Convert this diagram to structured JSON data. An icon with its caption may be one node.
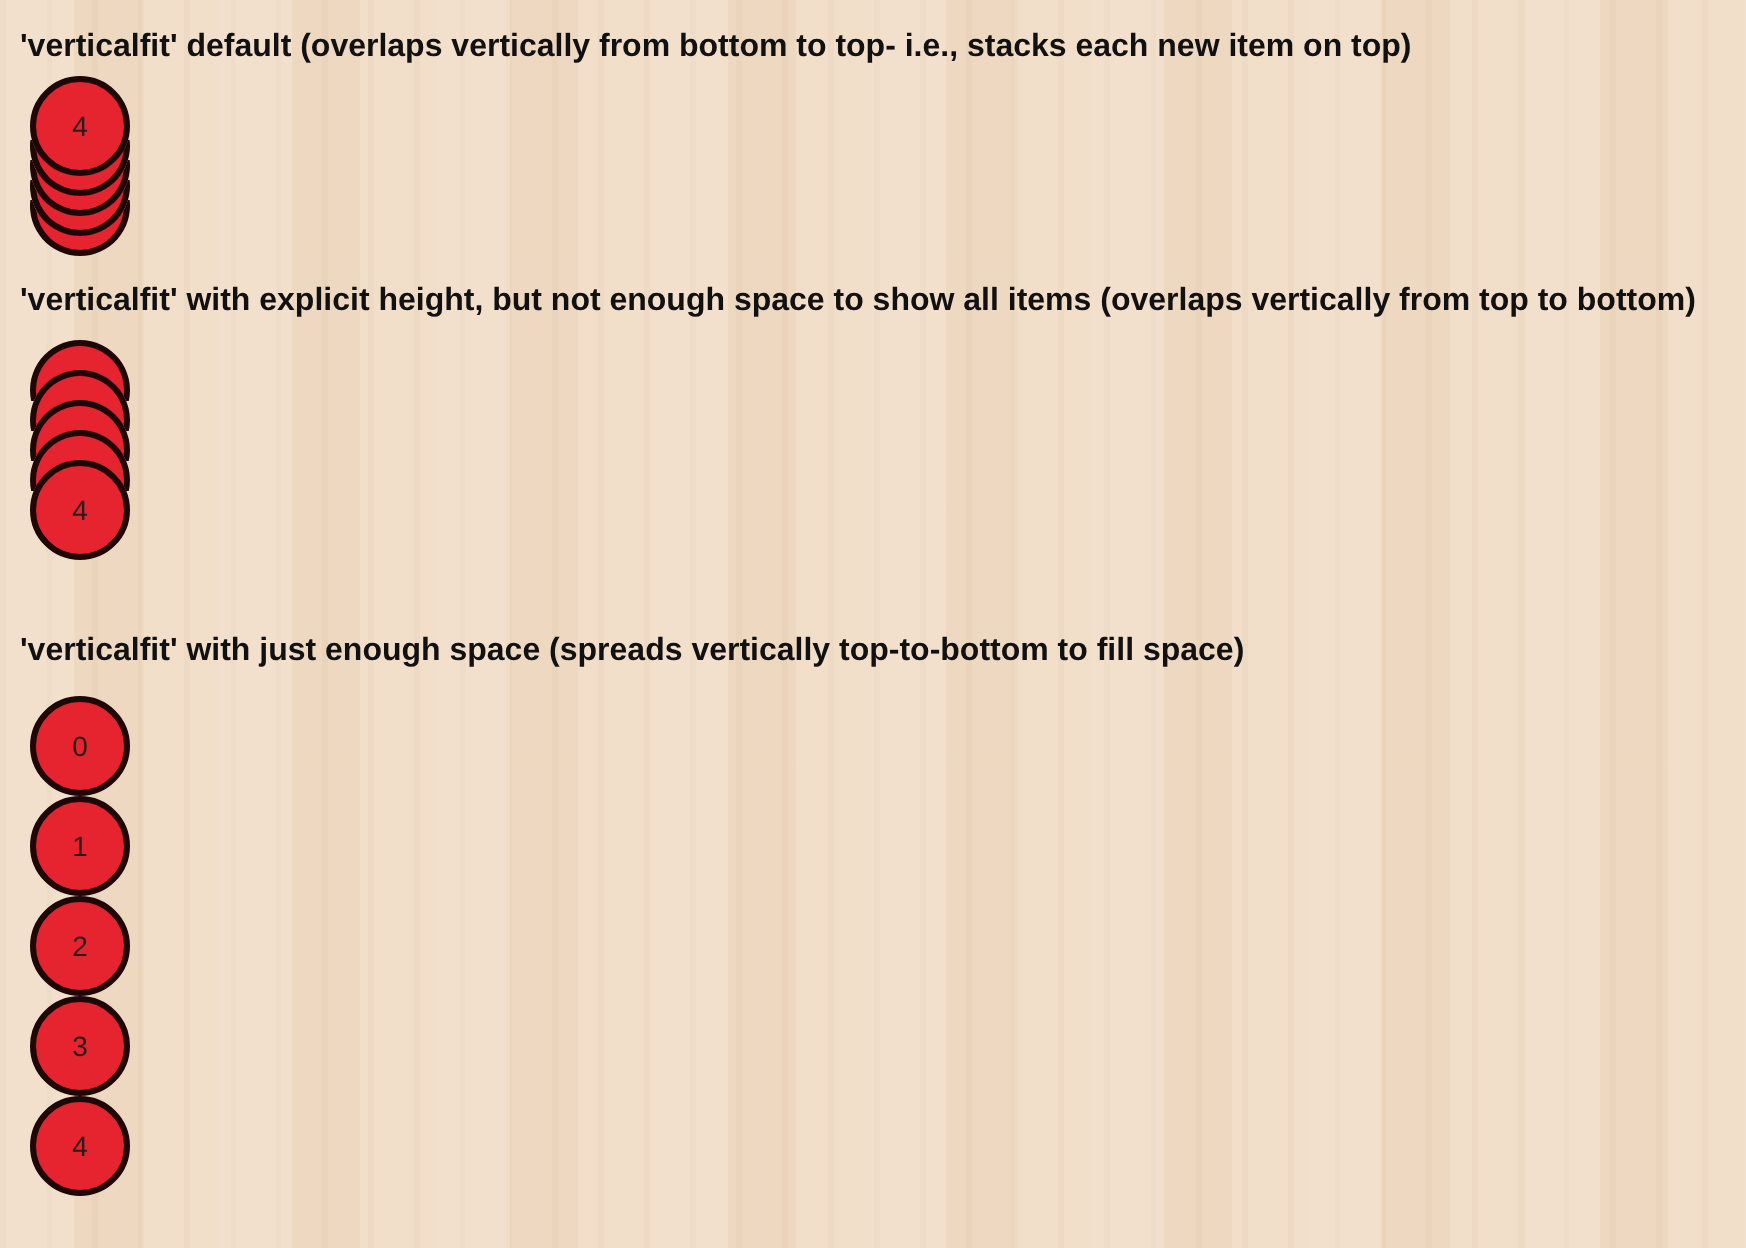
{
  "diagram": {
    "nodes": [
      {
        "text": [
          "4"
        ]
      },
      {
        "text": [],
        "shape": "circle"
      },
      {
        "text": [],
        "shape": "circle"
      },
      {
        "text": [],
        "shape": "circle"
      },
      {
        "text": [],
        "shape": "circle"
      },
      {
        "text": [],
        "shape": "circle"
      },
      {
        "text": [],
        "shape": "circle"
      },
      {
        "text": [],
        "shape": "circle"
      },
      {
        "text": [],
        "shape": "circle"
      },
      {
        "text": [
          "4"
        ]
      },
      {
        "text": [
          "0"
        ]
      },
      {
        "text": [
          "1"
        ]
      },
      {
        "text": [
          "2"
        ]
      },
      {
        "text": [
          "3"
        ]
      },
      {
        "text": [
          "4"
        ]
      }
    ],
    "edges": [],
    "labels": [
      "'verticalfit' default (overlaps vertically from bottom to top- i.e., stacks each new item on top)",
      "'verticalfit' with explicit height, but not enough space to show all items (overlaps vertically from top to bottom)",
      "'verticalfit' with just enough space (spreads vertically top-to-bottom to fill space)"
    ]
  }
}
